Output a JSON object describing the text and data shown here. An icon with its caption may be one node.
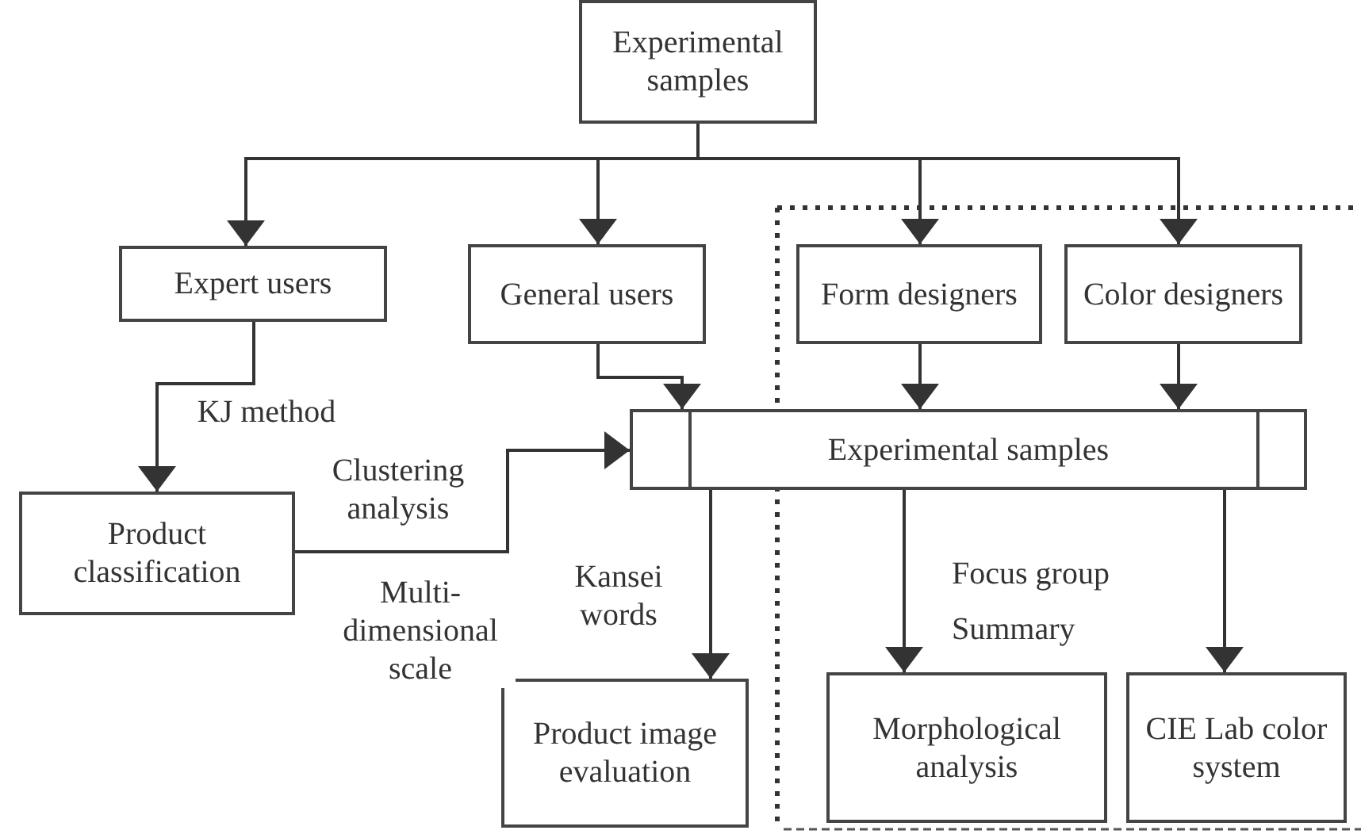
{
  "diagram": {
    "nodes": [
      {
        "text": [
          "Experimental samples"
        ]
      },
      {
        "text": [
          "Expert users"
        ]
      },
      {
        "text": [
          "General users"
        ]
      },
      {
        "text": [
          "Form designers"
        ]
      },
      {
        "text": [
          "Color designers"
        ]
      },
      {
        "text": [
          "Experimental samples"
        ]
      },
      {
        "text": [
          "Product classification"
        ]
      },
      {
        "text": [
          "Product image evaluation"
        ]
      },
      {
        "text": [
          "Morphological analysis"
        ]
      },
      {
        "text": [
          "CIE Lab color system"
        ]
      }
    ],
    "edges": [
      {
        "from": 0,
        "to": 1,
        "arrow": "to"
      },
      {
        "from": 0,
        "to": 2,
        "arrow": "to"
      },
      {
        "from": 0,
        "to": 3,
        "arrow": "to"
      },
      {
        "from": 0,
        "to": 4,
        "arrow": "to"
      },
      {
        "from": 1,
        "to": 6,
        "arrow": "to",
        "label": "KJ method"
      },
      {
        "from": 2,
        "to": 5,
        "arrow": "to"
      },
      {
        "from": 3,
        "to": 5,
        "arrow": "to"
      },
      {
        "from": 4,
        "to": 5,
        "arrow": "to"
      },
      {
        "from": 6,
        "to": 5,
        "arrow": "to",
        "label": "Clustering analysis"
      },
      {
        "from": 5,
        "to": 7,
        "arrow": "to",
        "label": "Kansei words"
      },
      {
        "from": 5,
        "to": 8,
        "arrow": "to"
      },
      {
        "from": 5,
        "to": 9,
        "arrow": "to"
      }
    ],
    "labels": [
      "Multi-dimensional scale",
      "Focus group",
      "Summary"
    ]
  }
}
